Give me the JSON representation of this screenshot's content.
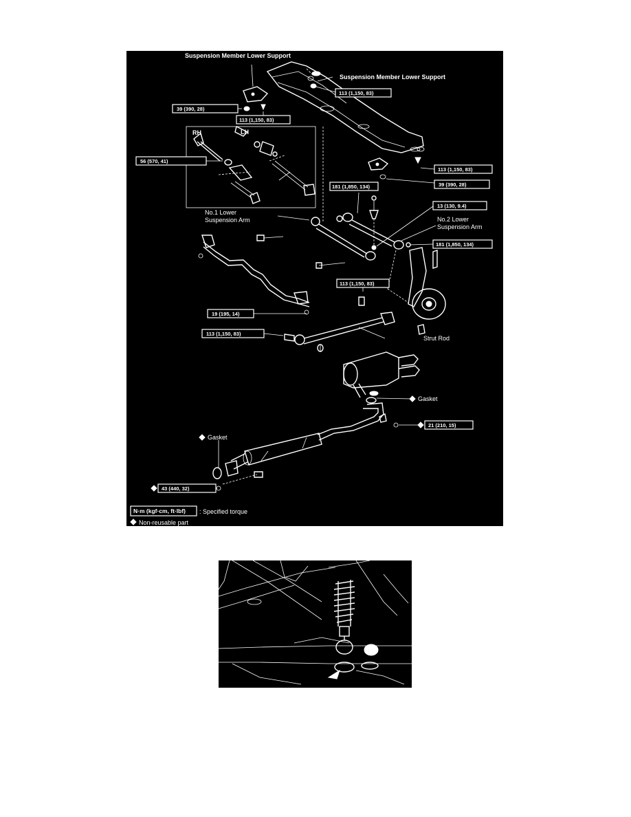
{
  "diagram": {
    "labels": {
      "susp_member_lower_support_top": "Suspension Member Lower Support",
      "susp_member_lower_support_right": "Suspension Member Lower Support",
      "rh": "RH",
      "lh": "LH",
      "no1_lower_arm_line1": "No.1 Lower",
      "no1_lower_arm_line2": "Suspension Arm",
      "no2_lower_arm_line1": "No.2 Lower",
      "no2_lower_arm_line2": "Suspension Arm",
      "strut_rod": "Strut Rod",
      "gasket_right": "Gasket",
      "gasket_left": "Gasket"
    },
    "torques": {
      "t_113_top_right": "113 (1,150, 83)",
      "t_39_left": "39 (390, 28)",
      "t_113_top_left": "113 (1,150, 83)",
      "t_56": "56 (570, 41)",
      "t_113_mid_right": "113 (1,150, 83)",
      "t_39_right": "39 (390, 28)",
      "t_181_left": "181 (1,850, 134)",
      "t_13": "13 (130, 9.4)",
      "t_181_right": "181 (1,850, 134)",
      "t_113_strut_top": "113 (1,150, 83)",
      "t_19": "19 (195, 14)",
      "t_113_strut_left": "113 (1,150, 83)",
      "t_21": "21 (210, 15)",
      "t_43": "43 (440, 32)"
    },
    "legend": {
      "unit_box": "N·m (kgf·cm, ft·lbf)",
      "unit_text": ": Specified torque",
      "nonreusable": "Non-reusable part"
    }
  },
  "colors": {
    "background": "#000000",
    "lines": "#ffffff",
    "page": "#ffffff"
  }
}
